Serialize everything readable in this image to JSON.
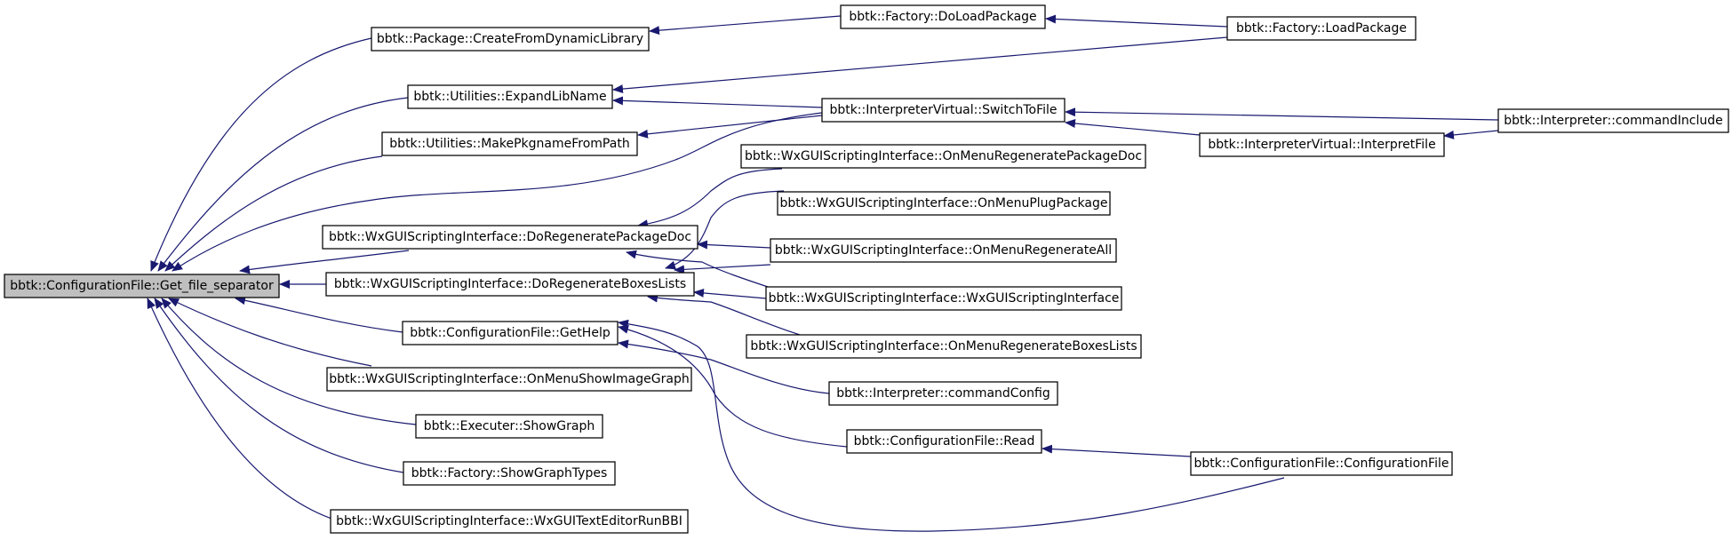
{
  "colors": {
    "edge": "#191970",
    "arrowhead": "#191970",
    "node_border": "#000000",
    "node_fill": "#ffffff",
    "root_fill": "#bfbfbf"
  },
  "nodes": {
    "get_file_separator": "bbtk::ConfigurationFile::Get_file_separator",
    "create_from_dynamic_library": "bbtk::Package::CreateFromDynamicLibrary",
    "factory_do_load_package": "bbtk::Factory::DoLoadPackage",
    "factory_load_package": "bbtk::Factory::LoadPackage",
    "utilities_expand_lib_name": "bbtk::Utilities::ExpandLibName",
    "interpreter_virtual_switch_to_file": "bbtk::InterpreterVirtual::SwitchToFile",
    "interpreter_command_include": "bbtk::Interpreter::commandInclude",
    "utilities_make_pkgname_from_path": "bbtk::Utilities::MakePkgnameFromPath",
    "interpreter_virtual_interpret_file": "bbtk::InterpreterVirtual::InterpretFile",
    "wx_on_menu_regenerate_package_doc": "bbtk::WxGUIScriptingInterface::OnMenuRegeneratePackageDoc",
    "wx_on_menu_plug_package": "bbtk::WxGUIScriptingInterface::OnMenuPlugPackage",
    "wx_do_regenerate_package_doc": "bbtk::WxGUIScriptingInterface::DoRegeneratePackageDoc",
    "wx_on_menu_regenerate_all": "bbtk::WxGUIScriptingInterface::OnMenuRegenerateAll",
    "wx_do_regenerate_boxes_lists": "bbtk::WxGUIScriptingInterface::DoRegenerateBoxesLists",
    "wx_gui_scripting_interface": "bbtk::WxGUIScriptingInterface::WxGUIScriptingInterface",
    "configuration_file_get_help": "bbtk::ConfigurationFile::GetHelp",
    "wx_on_menu_regenerate_boxes_lists": "bbtk::WxGUIScriptingInterface::OnMenuRegenerateBoxesLists",
    "wx_on_menu_show_image_graph": "bbtk::WxGUIScriptingInterface::OnMenuShowImageGraph",
    "interpreter_command_config": "bbtk::Interpreter::commandConfig",
    "executer_show_graph": "bbtk::Executer::ShowGraph",
    "configuration_file_read": "bbtk::ConfigurationFile::Read",
    "configuration_file_ctor": "bbtk::ConfigurationFile::ConfigurationFile",
    "factory_show_graph_types": "bbtk::Factory::ShowGraphTypes",
    "wx_gui_text_editor_run_bbi": "bbtk::WxGUIScriptingInterface::WxGUITextEditorRunBBI"
  }
}
